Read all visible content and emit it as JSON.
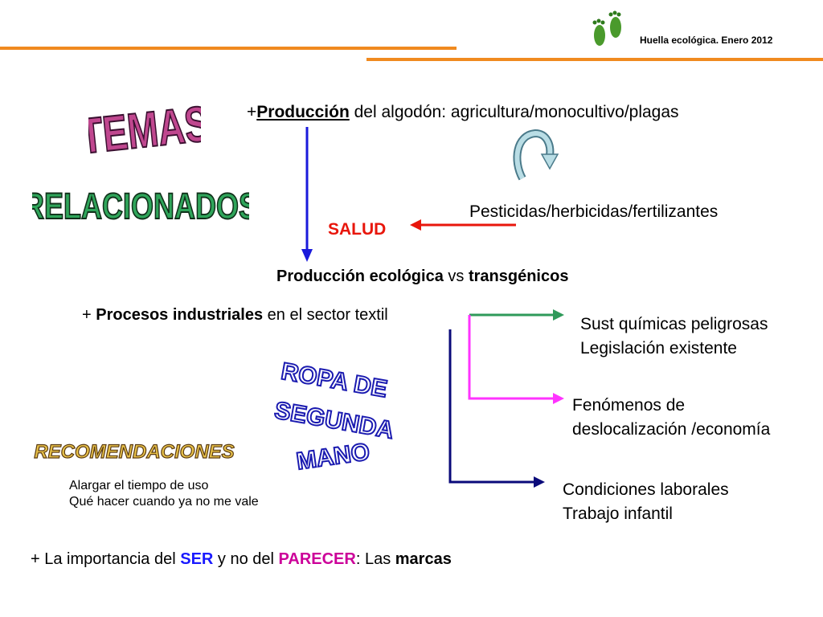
{
  "header": {
    "title": "Huella ecológica. Enero 2012"
  },
  "wordart": {
    "temas": "TEMAS",
    "relacionados": "RELACIONADOS",
    "recomendaciones": "RECOMENDACIONES",
    "ropa_l1": "ROPA DE",
    "ropa_l2": "SEGUNDA",
    "ropa_l3": "MANO"
  },
  "main": {
    "produccion_plus": "+",
    "produccion_bold": "Producción",
    "produccion_rest": " del algodón: agricultura/monocultivo/plagas",
    "pesticidas": "Pesticidas/herbicidas/fertilizantes",
    "salud": "SALUD",
    "eco_bold": "Producción ecológica",
    "eco_vs": " vs ",
    "eco_trans": "transgénicos",
    "procesos_plus": "+ ",
    "procesos_bold": "Procesos industriales",
    "procesos_rest": " en el sector textil",
    "sust_l1": "Sust químicas peligrosas",
    "sust_l2": "Legislación existente",
    "fen_l1": "Fenómenos de",
    "fen_l2": "deslocalización /economía",
    "cond_l1": "Condiciones laborales",
    "cond_l2": "Trabajo infantil",
    "rec_l1": "Alargar el tiempo de uso",
    "rec_l2": "Qué hacer cuando ya no me vale",
    "bottom_a": "+ La importancia del ",
    "bottom_ser": "SER",
    "bottom_b": " y no del ",
    "bottom_parecer": "PARECER",
    "bottom_c": ": Las ",
    "bottom_marcas": "marcas"
  },
  "colors": {
    "orange": "#f08a1f",
    "blue_arrow": "#1a1adb",
    "red": "#e8160c",
    "green": "#2f9a5a",
    "magenta": "#ff33ff",
    "navy": "#0a0a7a",
    "ser_blue": "#1a1aff",
    "parecer_magenta": "#cc0099"
  },
  "icons": {
    "logo": "footprints-icon",
    "cycle": "circular-arrow-icon"
  }
}
